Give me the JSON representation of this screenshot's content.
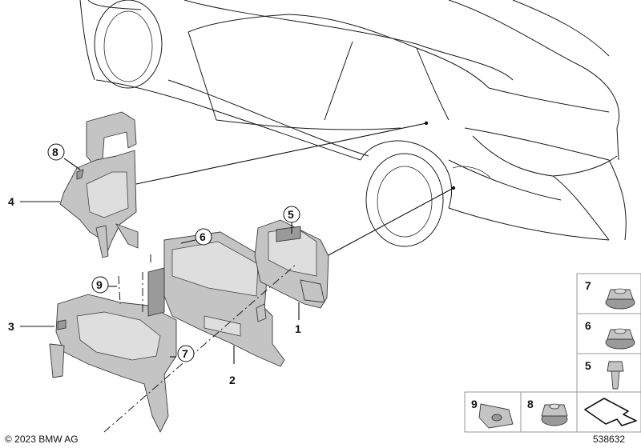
{
  "callouts": {
    "c1": "1",
    "c2": "2",
    "c3": "3",
    "c4": "4",
    "c5": "5",
    "c6": "6",
    "c7": "7",
    "c8": "8",
    "c9": "9"
  },
  "legend": {
    "l7": "7",
    "l6": "6",
    "l5": "5",
    "l9": "9",
    "l8": "8"
  },
  "footer": {
    "copyright": "© 2023 BMW AG",
    "doc_number": "538632"
  }
}
